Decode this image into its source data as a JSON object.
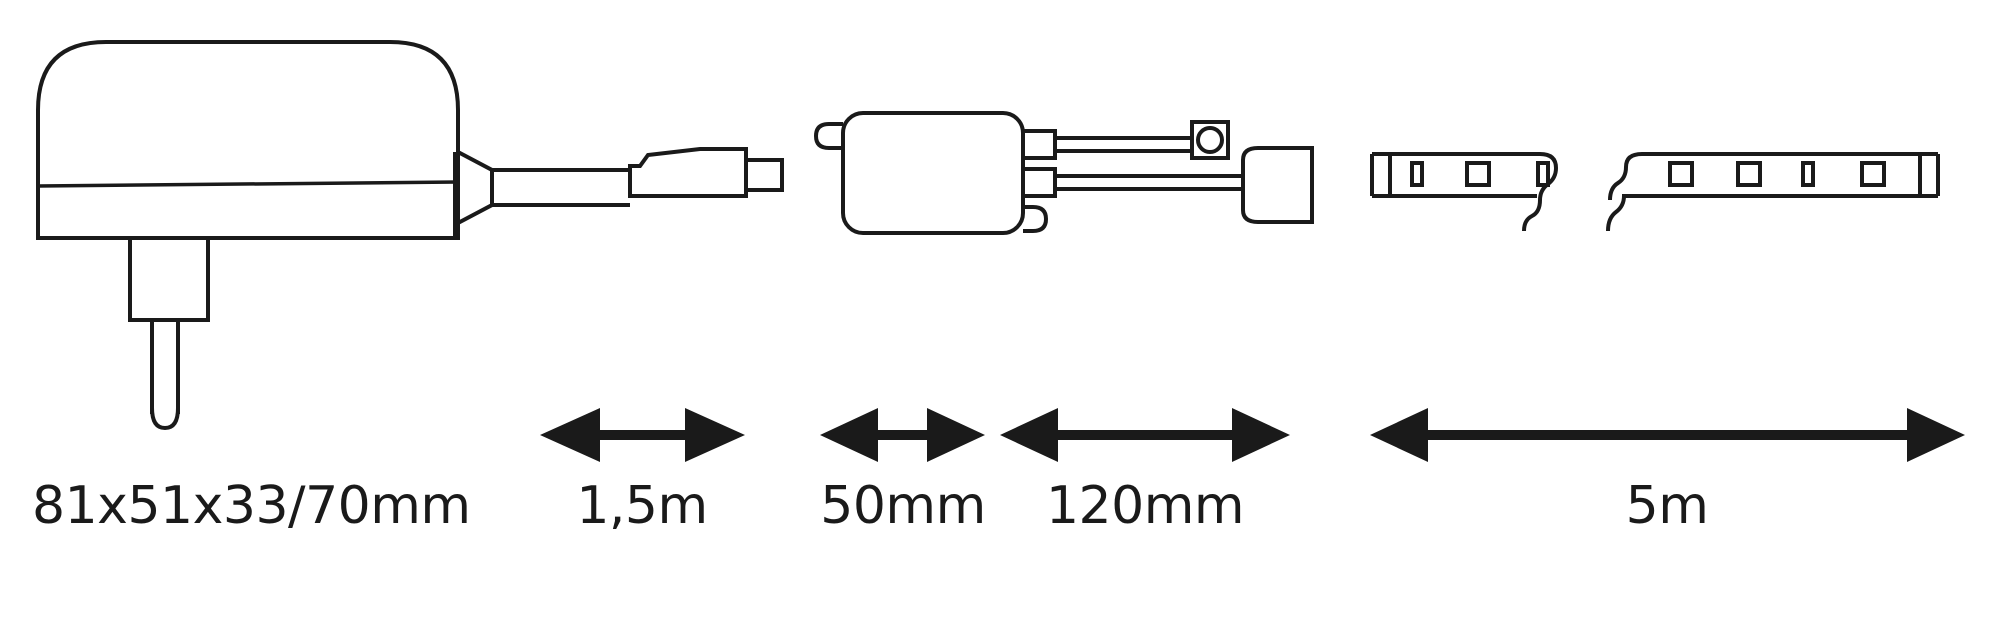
{
  "diagram": {
    "title": "LED strip set technical dimension diagram",
    "background_color": "#ffffff",
    "line_color": "#1a1a1a",
    "text_color": "#1a1a1a",
    "components": [
      {
        "id": "power-supply",
        "name": "Plug-in power supply with barrel connector cable",
        "dimension_label": "81x51x33/70mm"
      },
      {
        "id": "cable-length",
        "name": "Power supply lead cable",
        "dimension_label": "1,5m"
      },
      {
        "id": "controller",
        "name": "Controller box with two connector leads",
        "dimension_label": "50mm"
      },
      {
        "id": "controller-leads",
        "name": "Controller connection leads",
        "dimension_label": "120mm"
      },
      {
        "id": "led-strip",
        "name": "LED strip",
        "dimension_label": "5m"
      }
    ],
    "labels": {
      "psu_size": "81x51x33/70mm",
      "cable_length": "1,5m",
      "controller_width": "50mm",
      "lead_length": "120mm",
      "strip_length": "5m"
    },
    "arrows": [
      {
        "id": "arrow-1-5m",
        "label": "1,5m"
      },
      {
        "id": "arrow-50mm",
        "label": "50mm"
      },
      {
        "id": "arrow-120mm",
        "label": "120mm"
      },
      {
        "id": "arrow-5m",
        "label": "5m"
      }
    ],
    "led_strip": {
      "segments": 2,
      "led_count_left": 3,
      "led_count_right": 4,
      "break_symbol": "squiggle"
    }
  }
}
